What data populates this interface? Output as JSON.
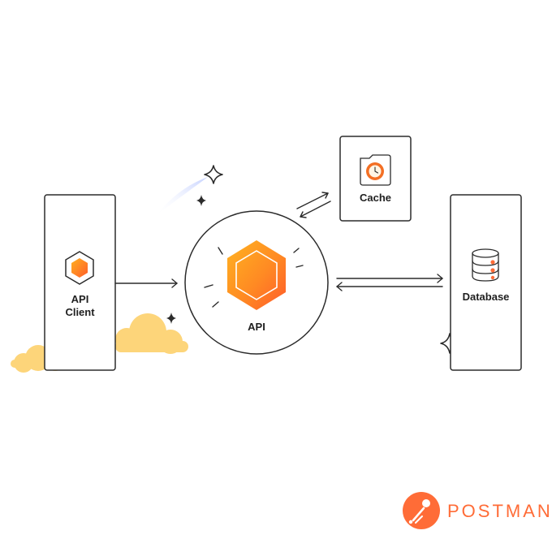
{
  "diagram": {
    "nodes": {
      "api_client": {
        "line1": "API",
        "line2": "Client"
      },
      "api": {
        "label": "API"
      },
      "cache": {
        "label": "Cache"
      },
      "database": {
        "label": "Database"
      }
    },
    "edges": [
      {
        "from": "api_client",
        "to": "api",
        "direction": "one-way"
      },
      {
        "from": "api",
        "to": "cache",
        "direction": "two-way"
      },
      {
        "from": "api",
        "to": "database",
        "direction": "two-way"
      }
    ]
  },
  "brand": {
    "name": "POSTMAN",
    "color": "#ff6c37"
  },
  "icons": {
    "api_client": "hexagon-icon",
    "api": "hexagon-icon",
    "cache": "clock-folder-icon",
    "database": "database-icon",
    "brand": "postman-astronaut-icon"
  },
  "colors": {
    "stroke": "#2b2b2b",
    "accent_orange": "#ff6c37",
    "hexagon_gradient_start": "#ff9a1f",
    "hexagon_gradient_end": "#ff5a2a",
    "cloud": "#fdd57a"
  }
}
